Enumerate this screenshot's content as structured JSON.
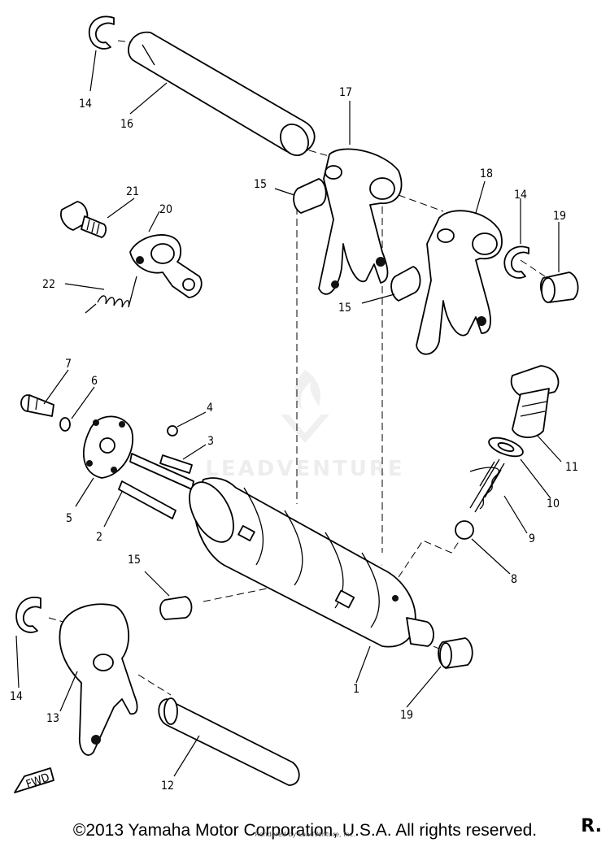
{
  "diagram": {
    "labels": {
      "p1": "1",
      "p2": "2",
      "p3": "3",
      "p4": "4",
      "p5": "5",
      "p6": "6",
      "p7": "7",
      "p8": "8",
      "p9": "9",
      "p10": "10",
      "p11": "11",
      "p12": "12",
      "p13": "13",
      "p14a": "14",
      "p14b": "14",
      "p14c": "14",
      "p15a": "15",
      "p15b": "15",
      "p15c": "15",
      "p16": "16",
      "p17": "17",
      "p18": "18",
      "p19a": "19",
      "p19b": "19",
      "p20": "20",
      "p21": "21",
      "p22": "22"
    },
    "fwd_label": "FWD",
    "watermark": "LEADVENTURE"
  },
  "page_letter": "R.",
  "copyright": "©2013 Yamaha Motor Corporation, U.S.A. All rights reserved.",
  "rendered_by": "Rendered by LeadVenture, Inc."
}
